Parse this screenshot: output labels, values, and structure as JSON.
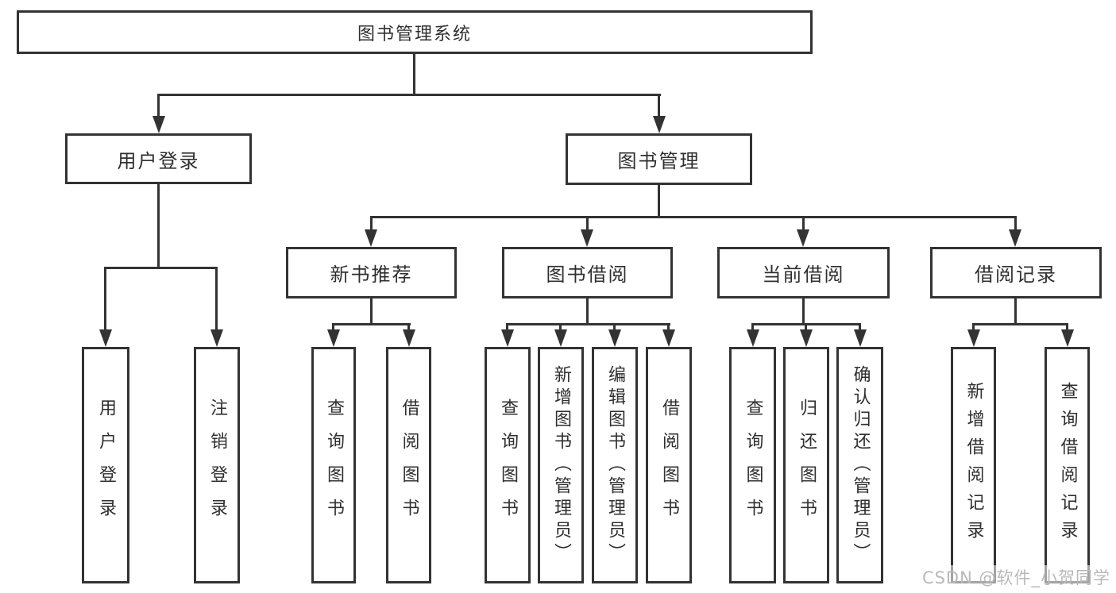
{
  "diagram": {
    "nodes": {
      "root": "图书管理系统",
      "user_login": "用户登录",
      "book_mgmt": "图书管理",
      "new_books": "新书推荐",
      "book_borrow": "图书借阅",
      "current_borrow": "当前借阅",
      "borrow_records": "借阅记录",
      "leaf_user_login": "用户登录",
      "leaf_logout": "注销登录",
      "leaf_rec_query": "查询图书",
      "leaf_rec_borrow": "借阅图书",
      "leaf_bor_query": "查询图书",
      "leaf_bor_add": "新增图书（管理员）",
      "leaf_bor_edit": "编辑图书（管理员）",
      "leaf_bor_borrow": "借阅图书",
      "leaf_cur_query": "查询图书",
      "leaf_cur_return": "归还图书",
      "leaf_cur_confirm": "确认归还（管理员）",
      "leaf_rcd_add": "新增借阅记录",
      "leaf_rcd_query": "查询借阅记录"
    },
    "edges": [
      [
        "root",
        "user_login"
      ],
      [
        "root",
        "book_mgmt"
      ],
      [
        "user_login",
        "leaf_user_login"
      ],
      [
        "user_login",
        "leaf_logout"
      ],
      [
        "book_mgmt",
        "new_books"
      ],
      [
        "book_mgmt",
        "book_borrow"
      ],
      [
        "book_mgmt",
        "current_borrow"
      ],
      [
        "book_mgmt",
        "borrow_records"
      ],
      [
        "new_books",
        "leaf_rec_query"
      ],
      [
        "new_books",
        "leaf_rec_borrow"
      ],
      [
        "book_borrow",
        "leaf_bor_query"
      ],
      [
        "book_borrow",
        "leaf_bor_add"
      ],
      [
        "book_borrow",
        "leaf_bor_edit"
      ],
      [
        "book_borrow",
        "leaf_bor_borrow"
      ],
      [
        "current_borrow",
        "leaf_cur_query"
      ],
      [
        "current_borrow",
        "leaf_cur_return"
      ],
      [
        "current_borrow",
        "leaf_cur_confirm"
      ],
      [
        "borrow_records",
        "leaf_rcd_add"
      ],
      [
        "borrow_records",
        "leaf_rcd_query"
      ]
    ]
  },
  "watermark": "CSDN @软件_小贺同学",
  "colors": {
    "line": "#333333",
    "text": "#2f2f2f",
    "watermark": "#b9b9b9",
    "background": "#ffffff"
  }
}
